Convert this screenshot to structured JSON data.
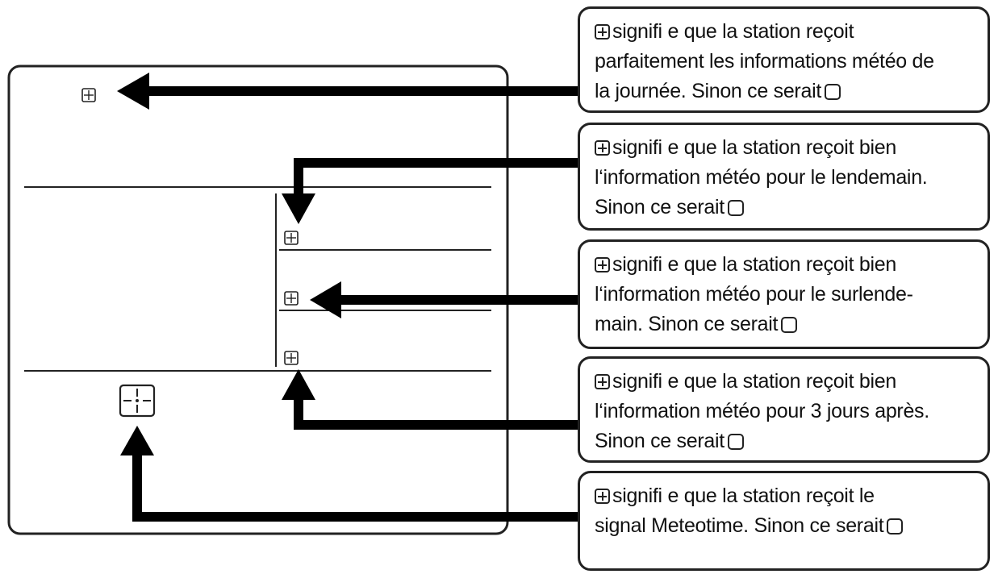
{
  "icons": {
    "signal_icon": "signal-reception-icon",
    "no_signal_icon": "empty-square-icon"
  },
  "callouts": [
    {
      "lines": [
        "signifi e que la station reçoit",
        "parfaitement les informations météo de",
        "la journée. Sinon ce serait"
      ]
    },
    {
      "lines": [
        "signifi e que la station reçoit bien",
        "l‘information météo pour le lendemain.",
        "Sinon ce serait"
      ]
    },
    {
      "lines": [
        "signifi e que la station reçoit bien",
        "l‘information météo pour le surlende-",
        "main. Sinon ce serait"
      ]
    },
    {
      "lines": [
        "signifi e que la station reçoit bien",
        "l‘information météo pour 3 jours après.",
        "Sinon ce serait"
      ]
    },
    {
      "lines": [
        "signifi e que la station reçoit le",
        "signal Meteotime. Sinon ce serait"
      ]
    }
  ],
  "colors": {
    "ink": "#111111",
    "background": "#ffffff"
  }
}
